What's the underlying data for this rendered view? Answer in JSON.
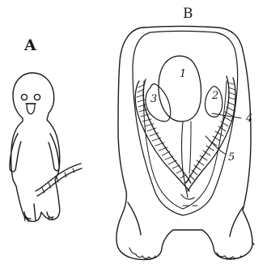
{
  "figure": {
    "panel_a_label": "A",
    "panel_b_label": "B",
    "callouts": [
      "1",
      "2",
      "3",
      "4",
      "5"
    ]
  },
  "colors": {
    "ink": "#1a1a1a",
    "paper": "#ffffff"
  }
}
